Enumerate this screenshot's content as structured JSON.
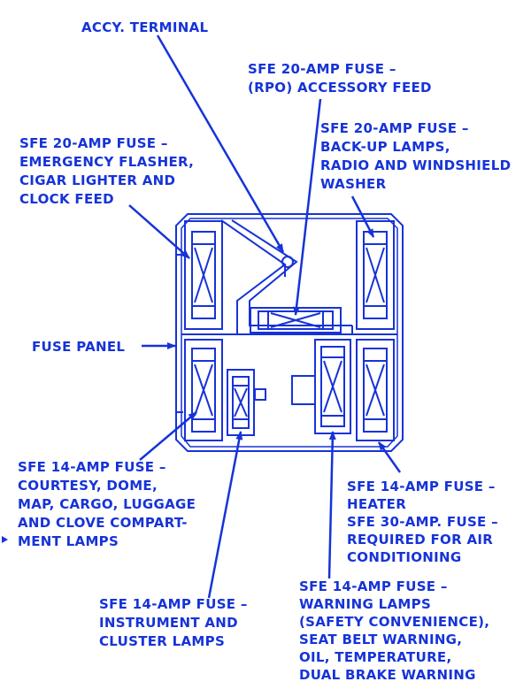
{
  "colors": {
    "ink": "#1633d8",
    "background": "#ffffff"
  },
  "labels": {
    "accy_terminal": [
      "ACCY. TERMINAL"
    ],
    "rpo_fuse": [
      "SFE 20-AMP FUSE –",
      "(RPO) ACCESSORY FEED"
    ],
    "backup_fuse": [
      "SFE 20-AMP FUSE –",
      "BACK-UP LAMPS,",
      "RADIO AND WINDSHIELD",
      "WASHER"
    ],
    "flasher_fuse": [
      "SFE 20-AMP FUSE –",
      "EMERGENCY FLASHER,",
      "CIGAR LIGHTER AND",
      "CLOCK FEED"
    ],
    "fuse_panel": [
      "FUSE PANEL"
    ],
    "courtesy_fuse": [
      "SFE 14-AMP FUSE –",
      "COURTESY, DOME,",
      "MAP, CARGO, LUGGAGE",
      "AND CLOVE COMPART-",
      "MENT LAMPS"
    ],
    "heater_fuse": [
      "SFE 14-AMP FUSE –",
      "HEATER",
      "SFE 30-AMP. FUSE –",
      "REQUIRED FOR AIR",
      "CONDITIONING"
    ],
    "instrument_fuse": [
      "SFE 14-AMP FUSE –",
      "INSTRUMENT AND",
      "CLUSTER LAMPS"
    ],
    "warning_fuse": [
      "SFE 14-AMP FUSE –",
      "WARNING LAMPS",
      "(SAFETY CONVENIENCE),",
      "SEAT BELT WARNING,",
      "OIL, TEMPERATURE,",
      "DUAL  BRAKE WARNING"
    ]
  }
}
